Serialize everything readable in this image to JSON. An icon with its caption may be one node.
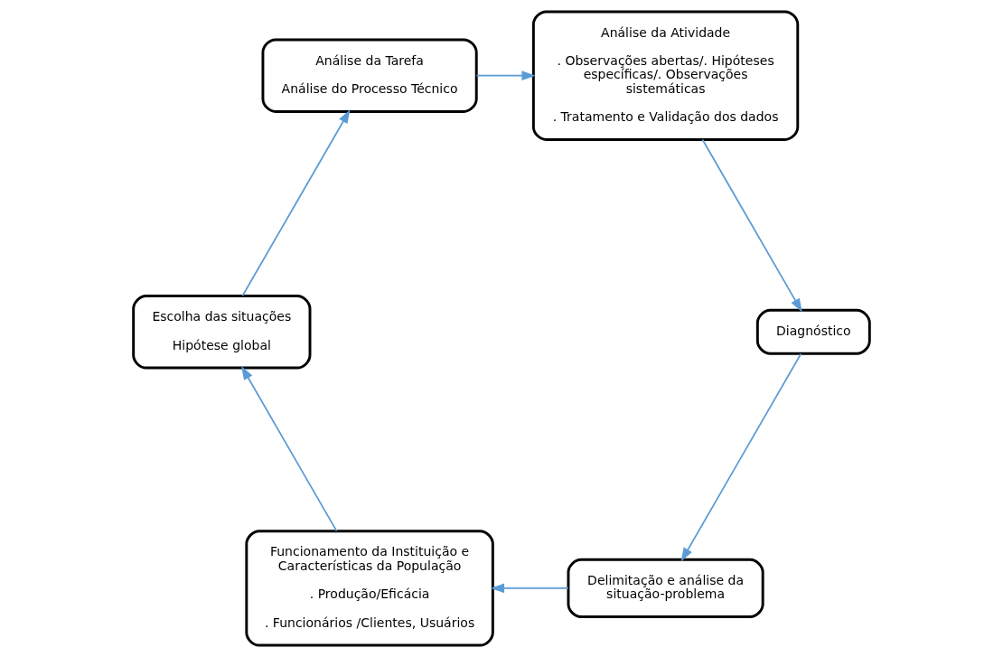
{
  "diagram": {
    "nodes": [
      {
        "text": [
          "Delimitação e análise da situação-problema"
        ]
      },
      {
        "text": [
          "Funcionamento da Instituição e Características da População",
          ". Produção/Eficácia",
          ". Funcionários /Clientes, Usuários"
        ]
      },
      {
        "text": [
          "Escolha das situações",
          "Hipótese global"
        ]
      },
      {
        "text": [
          "Análise da Tarefa",
          "Análise do Processo Técnico"
        ]
      },
      {
        "text": [
          "Análise da Atividade",
          ". Observações abertas/. Hipóteses específicas/. Observações sistemáticas",
          ". Tratamento e Validação dos dados"
        ]
      },
      {
        "text": [
          "Diagnóstico"
        ]
      }
    ],
    "edges": [
      {
        "from": 0,
        "to": 1,
        "arrow": "to"
      },
      {
        "from": 1,
        "to": 2,
        "arrow": "to"
      },
      {
        "from": 2,
        "to": 3,
        "arrow": "to"
      },
      {
        "from": 3,
        "to": 4,
        "arrow": "to"
      },
      {
        "from": 4,
        "to": 5,
        "arrow": "to"
      },
      {
        "from": 5,
        "to": 0,
        "arrow": "to"
      }
    ]
  }
}
